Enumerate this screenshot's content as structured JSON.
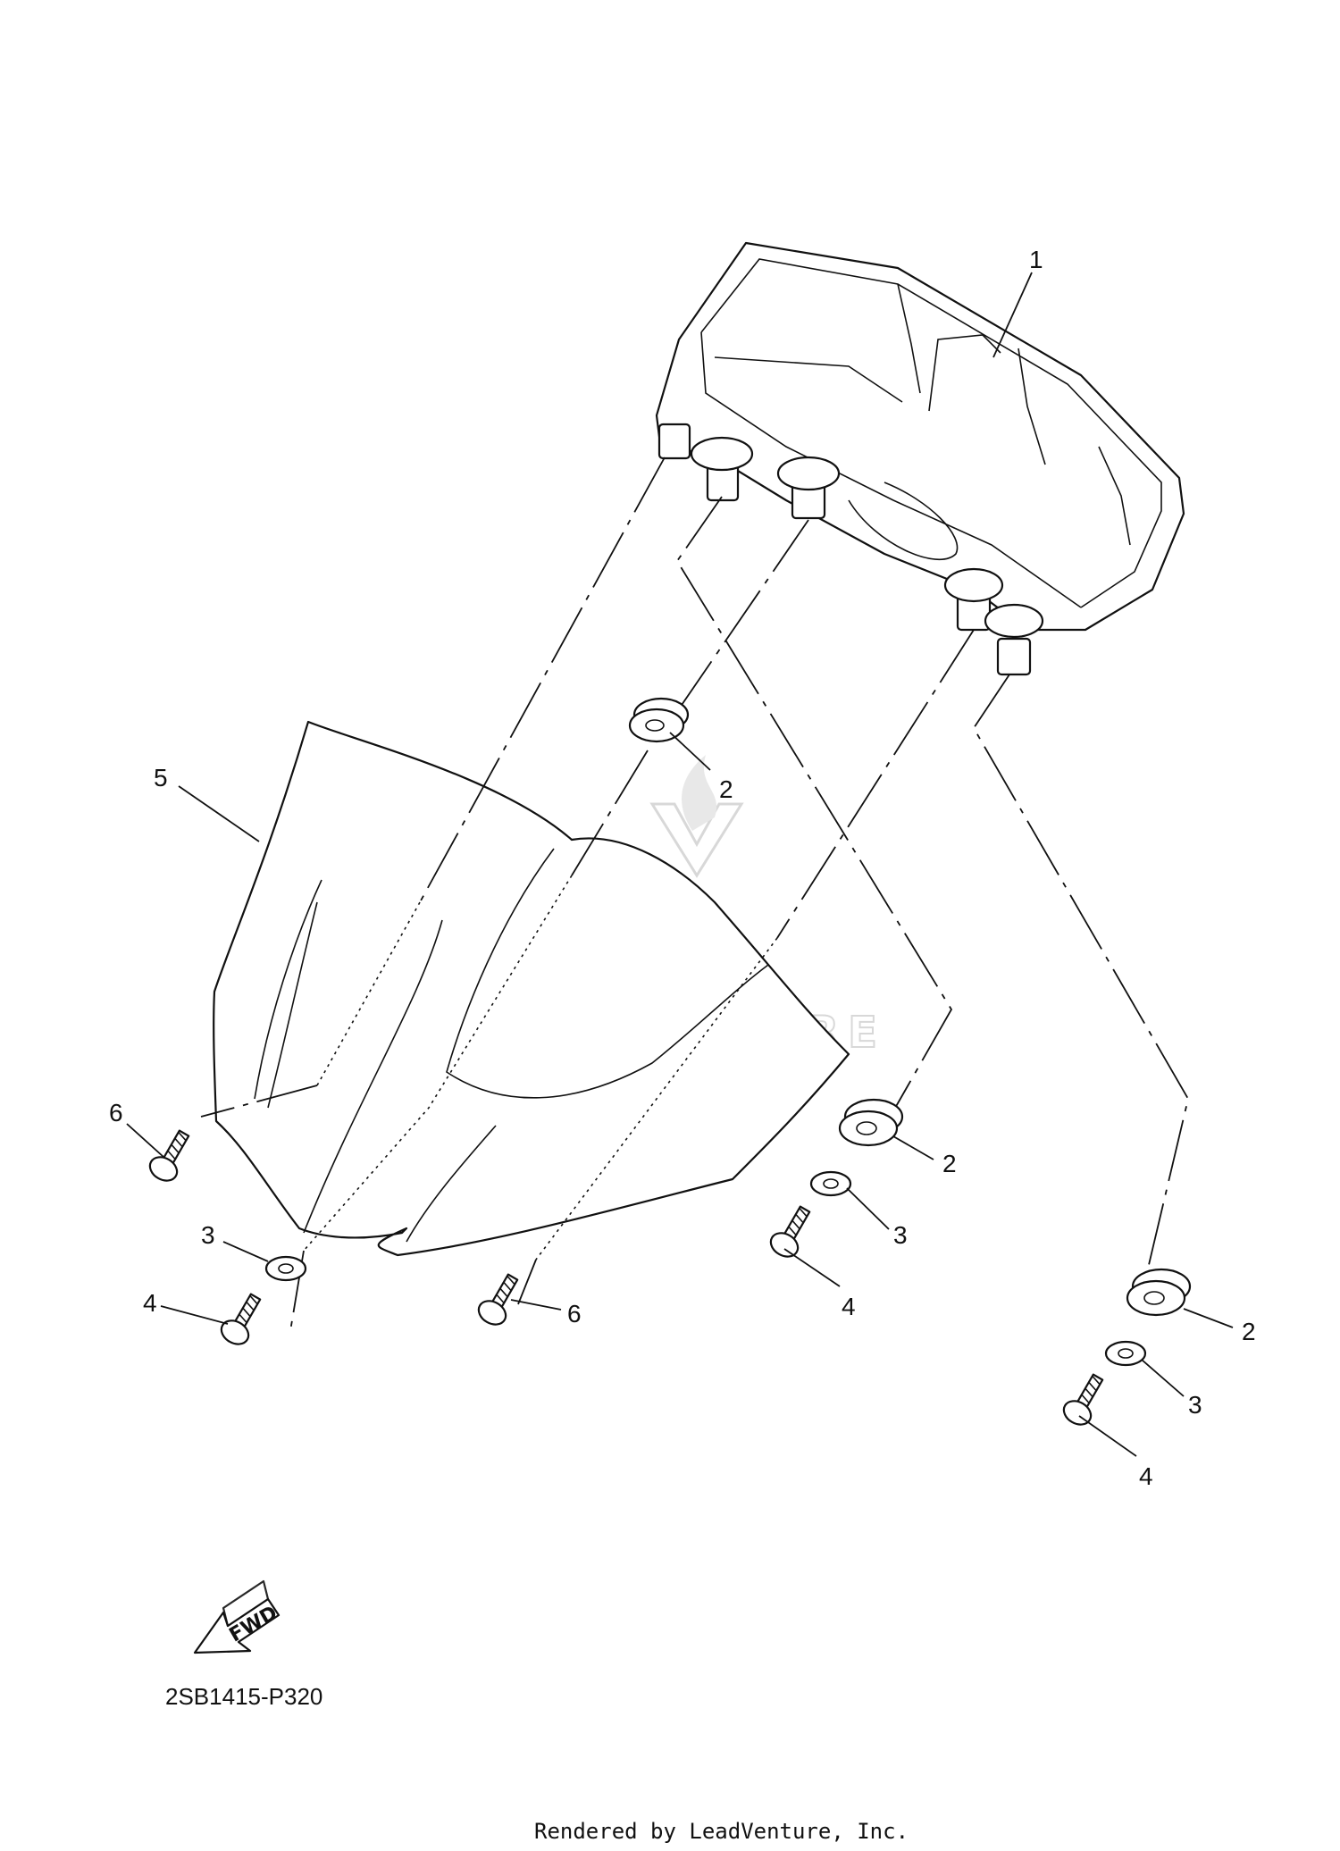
{
  "diagram_code": "2SB1415-P320",
  "render_credit": "Rendered by LeadVenture, Inc.",
  "watermark": "LEADVENTURE",
  "fwd_label": "FWD",
  "callouts": {
    "meter_assembly": "1",
    "grommet_a": "2",
    "grommet_b": "2",
    "grommet_c": "2",
    "collar_left": "3",
    "collar_mid": "3",
    "collar_right": "3",
    "screw_left": "4",
    "screw_mid": "4",
    "screw_right": "4",
    "visor": "5",
    "bolt_left": "6",
    "bolt_center": "6"
  }
}
